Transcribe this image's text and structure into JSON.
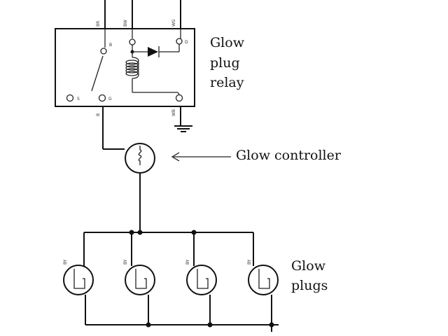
{
  "relay": {
    "title_lines": [
      "Glow",
      "plug",
      "relay"
    ],
    "wire_codes": {
      "top_left": "BR",
      "top_mid": "BW",
      "top_right": "WG",
      "bottom_left": "B",
      "bottom_right": "WB"
    },
    "terminals": {
      "B": "B",
      "S": "S",
      "G": "G",
      "D": "D"
    }
  },
  "controller": {
    "label": "Glow controller"
  },
  "plugs": {
    "label_lines": [
      "Glow",
      "plugs"
    ],
    "wire_codes": [
      "BY",
      "BY",
      "BY",
      "BY"
    ]
  },
  "colors": {
    "ink": "#111111",
    "background": "#ffffff"
  }
}
